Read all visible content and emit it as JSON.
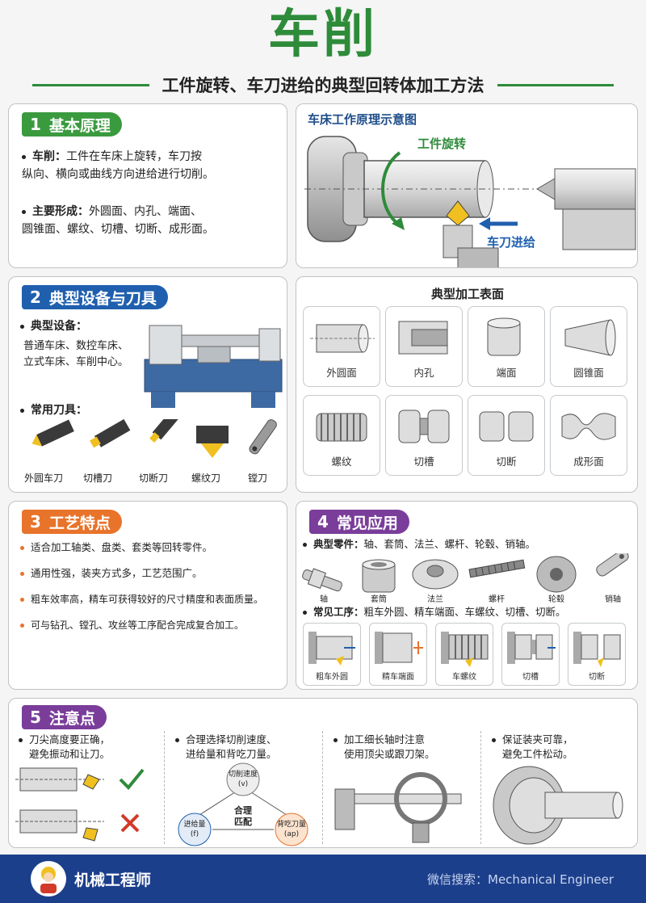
{
  "header": {
    "title": "车削",
    "subtitle": "工件旋转、车刀进给的典型回转体加工方法"
  },
  "s1": {
    "num": "1",
    "title": "基本原理",
    "p1_label": "车削：",
    "p1_text_a": "工件在车床上旋转，车刀按",
    "p1_text_b": "纵向、横向或曲线方向进给进行切削。",
    "p2_label": "主要形成：",
    "p2_text_a": "外圆面、内孔、端面、",
    "p2_text_b": "圆锥面、螺纹、切槽、切断、成形面。"
  },
  "diagram": {
    "title": "车床工作原理示意图",
    "rotate": "工件旋转",
    "feed": "车刀进给"
  },
  "s2": {
    "num": "2",
    "title": "典型设备与刀具",
    "equip_label": "典型设备：",
    "equip_a": "普通车床、数控车床、",
    "equip_b": "立式车床、车削中心。",
    "tools_label": "常用刀具：",
    "tools": [
      "外圆车刀",
      "切槽刀",
      "切断刀",
      "螺纹刀",
      "镗刀"
    ]
  },
  "surfaces": {
    "title": "典型加工表面",
    "items": [
      "外圆面",
      "内孔",
      "端面",
      "圆锥面",
      "螺纹",
      "切槽",
      "切断",
      "成形面"
    ]
  },
  "s3": {
    "num": "3",
    "title": "工艺特点",
    "items": [
      "适合加工轴类、盘类、套类等回转零件。",
      "通用性强，装夹方式多，工艺范围广。",
      "粗车效率高，精车可获得较好的尺寸精度和表面质量。",
      "可与钻孔、镗孔、攻丝等工序配合完成复合加工。"
    ]
  },
  "s4": {
    "num": "4",
    "title": "常见应用",
    "parts_label": "典型零件：",
    "parts_text": "轴、套筒、法兰、螺杆、轮毂、销轴。",
    "parts": [
      "轴",
      "套筒",
      "法兰",
      "螺杆",
      "轮毂",
      "销轴"
    ],
    "ops_label": "常见工序：",
    "ops_text": "粗车外圆、精车端面、车螺纹、切槽、切断。",
    "ops": [
      "粗车外圆",
      "精车端面",
      "车螺纹",
      "切槽",
      "切断"
    ]
  },
  "s5": {
    "num": "5",
    "title": "注意点",
    "n1_a": "刀尖高度要正确，",
    "n1_b": "避免振动和让刀。",
    "n2_a": "合理选择切削速度、",
    "n2_b": "进给量和背吃刀量。",
    "n3_a": "加工细长轴时注意",
    "n3_b": "使用顶尖或跟刀架。",
    "n4_a": "保证装夹可靠，",
    "n4_b": "避免工件松动。",
    "speed_a": "切削速度",
    "speed_b": "(v)",
    "feed_a": "进给量",
    "feed_b": "(f)",
    "depth_a": "背吃刀量",
    "depth_b": "(ap)",
    "center_a": "合理",
    "center_b": "匹配"
  },
  "footer": {
    "brand": "机械工程师",
    "search": "微信搜索：Mechanical Engineer"
  },
  "colors": {
    "green": "#3a9a3e",
    "blue": "#1f5fae",
    "orange": "#e8732a",
    "purple": "#7a3d9a",
    "footer": "#1c3f8c"
  }
}
